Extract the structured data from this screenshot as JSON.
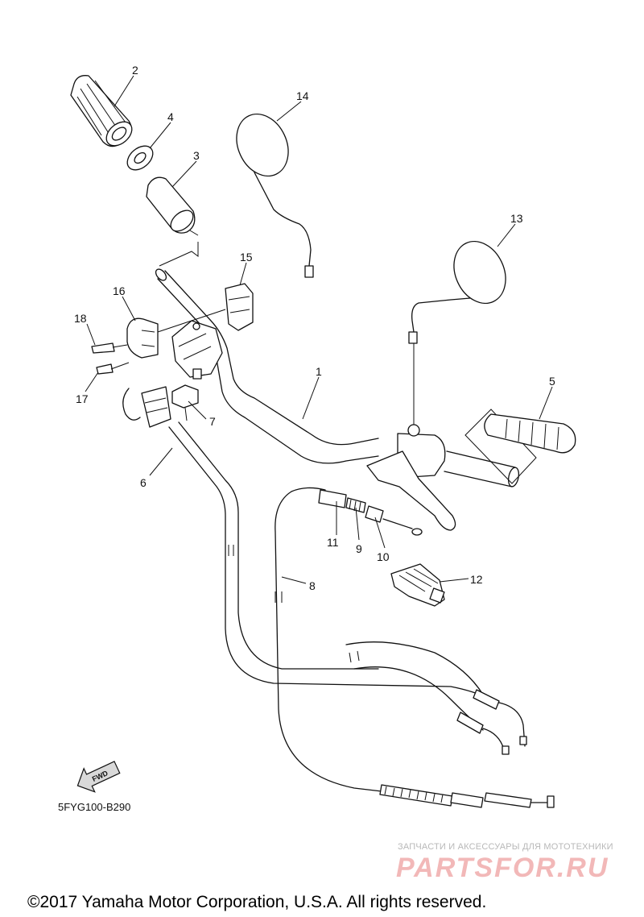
{
  "callouts": {
    "c1": "1",
    "c2": "2",
    "c3": "3",
    "c4": "4",
    "c5": "5",
    "c6": "6",
    "c7": "7",
    "c8": "8",
    "c9": "9",
    "c10": "10",
    "c11": "11",
    "c12": "12",
    "c13": "13",
    "c14": "14",
    "c15": "15",
    "c16": "16",
    "c17": "17",
    "c18": "18"
  },
  "direction_arrow": "FWD",
  "diagram_code": "5FYG100-B290",
  "watermark": {
    "tagline": "ЗАПЧАСТИ И АКСЕССУАРЫ ДЛЯ МОТОТЕХНИКИ",
    "brand": "PARTSFOR.RU"
  },
  "copyright": "©2017 Yamaha Motor Corporation, U.S.A. All rights reserved.",
  "colors": {
    "line": "#111111",
    "watermark_brand": "#f2b8b8",
    "watermark_text": "#b8b8b8"
  }
}
